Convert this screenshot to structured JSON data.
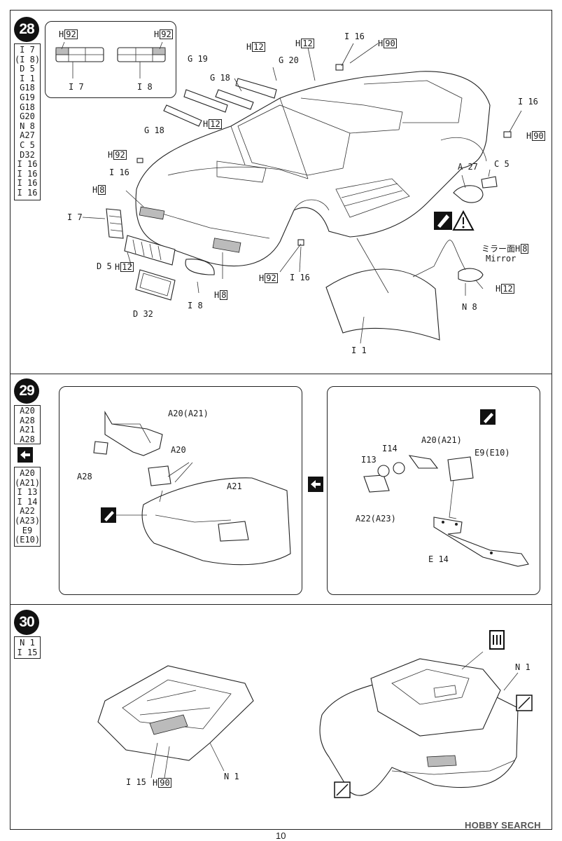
{
  "steps": [
    {
      "number": "28",
      "parts": [
        "I 7",
        "(I 8)",
        "D 5",
        "I 1",
        "G18",
        "G19",
        "G18",
        "G20",
        "N 8",
        "A27",
        "C 5",
        "D32",
        "I 16",
        "I 16",
        "I 16",
        "I 16"
      ],
      "callouts": {
        "h92_left_top": "H",
        "h92_left_top_num": "92",
        "h92_right_top": "H",
        "h92_right_top_num": "92",
        "i7_inset": "I 7",
        "i8_inset": "I 8",
        "g19": "G 19",
        "g18_upper": "G 18",
        "g18_lower": "G 18",
        "g20": "G 20",
        "h12_a": "H",
        "h12_a_num": "12",
        "h12_b": "H",
        "h12_b_num": "12",
        "h12_c": "H",
        "h12_c_num": "12",
        "i16_top": "I 16",
        "h90_top": "H",
        "h90_top_num": "90",
        "i16_right": "I 16",
        "h90_right": "H",
        "h90_right_num": "90",
        "h92_mid": "H",
        "h92_mid_num": "92",
        "i16_mid": "I 16",
        "h8_left": "H",
        "h8_left_num": "8",
        "i7_left": "I 7",
        "d5": "D 5",
        "h12_d": "H",
        "h12_d_num": "12",
        "d32": "D 32",
        "i8_bottom": "I 8",
        "h8_bottom": "H",
        "h8_bottom_num": "8",
        "h92_bottom": "H",
        "h92_bottom_num": "92",
        "i16_bottom": "I 16",
        "a27": "A 27",
        "c5": "C 5",
        "mirror_jp": "ミラー面",
        "mirror_h": "H",
        "mirror_h_num": "8",
        "mirror_en": "Mirror",
        "h12_e": "H",
        "h12_e_num": "12",
        "n8": "N 8",
        "i1": "I 1"
      }
    },
    {
      "number": "29",
      "parts_a": [
        "A20",
        "A28",
        "A21",
        "A28"
      ],
      "parts_b": [
        "A20",
        "(A21)",
        "I 13",
        "I 14",
        "A22",
        "(A23)",
        "E9",
        "(E10)"
      ],
      "callouts": {
        "a20_a21_left": "A20(A21)",
        "a28": "A28",
        "a20": "A20",
        "a21": "A21",
        "i14": "I14",
        "a20_a21_right": "A20(A21)",
        "e9_e10": "E9(E10)",
        "i13": "I13",
        "a22_a23": "A22(A23)",
        "e14": "E 14"
      }
    },
    {
      "number": "30",
      "parts": [
        "N 1",
        "I 15"
      ],
      "callouts": {
        "i15": "I 15",
        "h90": "H",
        "h90_num": "90",
        "n1_left": "N 1",
        "n1_right": "N 1"
      }
    }
  ],
  "page_number": "10",
  "watermark": "HOBBY SEARCH",
  "icons": [
    "paint-brush-icon",
    "warning-icon",
    "hex-icon",
    "swap-icon",
    "sandpaper-icon",
    "open-cut-icon"
  ]
}
